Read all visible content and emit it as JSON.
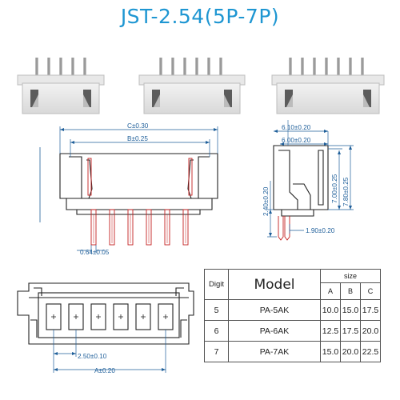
{
  "title": "JST-2.54(5P-7P)",
  "dims": {
    "c": "C±0.30",
    "b": "B±0.25",
    "pin_width": "0.64±0.05",
    "d610": "6.10±0.20",
    "d600": "6.00±0.20",
    "d700": "7.00±0.25",
    "d780": "7.80±0.25",
    "d240": "2.40±0.20",
    "d190": "1.90±0.20",
    "pitch": "2.50±0.10",
    "a": "A±0.20"
  },
  "spec_table": {
    "digit_header": "Digit",
    "model_header": "Model",
    "size_header": "size",
    "size_cols": [
      "A",
      "B",
      "C"
    ],
    "rows": [
      {
        "digit": "5",
        "model": "PA-5AK",
        "a": "10.0",
        "b": "15.0",
        "c": "17.5"
      },
      {
        "digit": "6",
        "model": "PA-6AK",
        "a": "12.5",
        "b": "17.5",
        "c": "20.0"
      },
      {
        "digit": "7",
        "model": "PA-7AK",
        "a": "15.0",
        "b": "20.0",
        "c": "22.5"
      }
    ]
  }
}
